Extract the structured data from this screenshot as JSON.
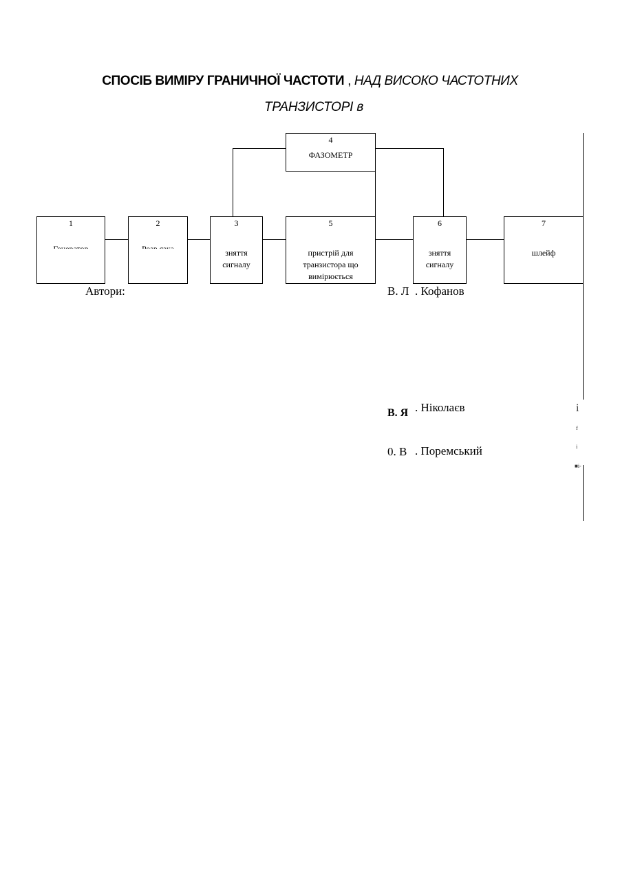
{
  "title": {
    "bold": "СПОСІБ ВИМІРУ ГРАНИЧНОЇ ЧАСТОТИ",
    "separator": " , ",
    "italic": "НАД ВИСОКО ЧАСТОТНИХ",
    "line2": "ТРАНЗИСТОРІ в"
  },
  "diagram": {
    "blocks": [
      {
        "id": "1",
        "label": "Генератор"
      },
      {
        "id": "2",
        "label": "Розв язка"
      },
      {
        "id": "3",
        "label_line1": "зняття",
        "label_line2": "сигналу"
      },
      {
        "id": "4",
        "label": "ФАЗОМЕТР"
      },
      {
        "id": "5",
        "label_line1": "пристрій для",
        "label_line2": "транзистора що",
        "label_line3": "вимірюється"
      },
      {
        "id": "6",
        "label_line1": "зняття",
        "label_line2": "сигналу"
      },
      {
        "id": "7",
        "label": "шлейф"
      }
    ]
  },
  "authors": {
    "heading": "Автори:",
    "list": [
      {
        "initials": "В. Л",
        "surname": ". Кофанов"
      },
      {
        "initials": "В. Я",
        "surname": ". Ніколаєв"
      },
      {
        "initials": "0. В",
        "surname": ". Поремський"
      }
    ]
  },
  "margin_marks": [
    "і",
    "f",
    "i",
    "■i-"
  ]
}
